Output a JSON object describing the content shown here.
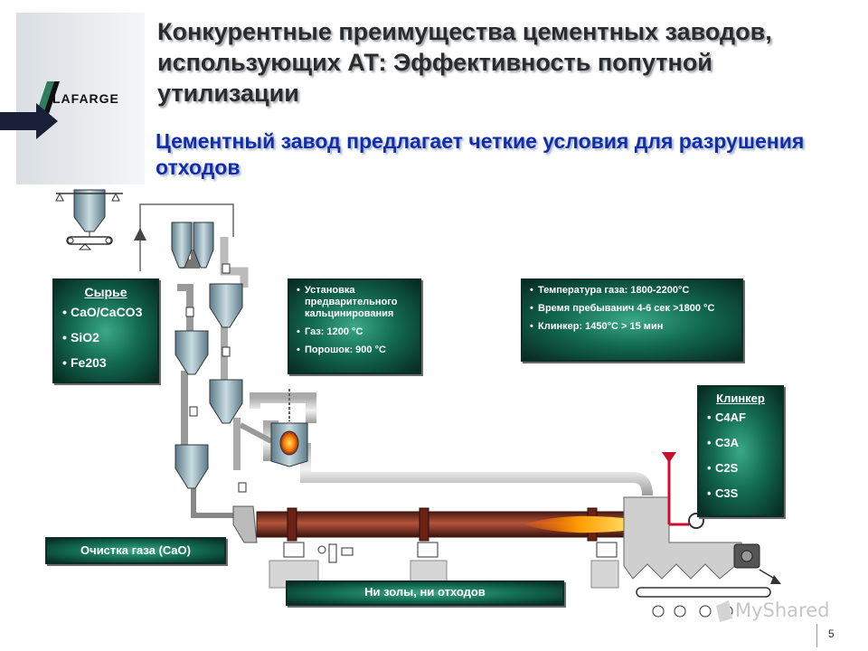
{
  "title": "Конкурентные преимущества цементных заводов, использующих АТ: Эффективность попутной утилизации",
  "subtitle": "Цементный завод предлагает четкие условия для разрушения отходов",
  "logo_text": "LAFARGE",
  "boxes": {
    "raw": {
      "header": "Сырье",
      "items": [
        "CaO/CaCO3",
        "SiO2",
        "Fe203"
      ]
    },
    "precalciner": {
      "items": [
        "Установка предварительного кальцинирования",
        "Газ: 1200 °C",
        "Порошок: 900 °C"
      ]
    },
    "gas": {
      "items": [
        "Температура газа: 1800-2200°C",
        "Время пребыванич 4-6 сек >1800 °C",
        "Клинкер: 1450°C > 15 мин"
      ]
    },
    "clinker": {
      "header": "Клинкер",
      "items": [
        "C4AF",
        "C3A",
        "C2S",
        "C3S"
      ]
    }
  },
  "bars": {
    "gas_cleaning": "Очистка газа (CaO)",
    "no_ash": "Ни золы, ни отходов"
  },
  "page_number": "5",
  "watermark": "MyShared",
  "colors": {
    "title": "#2b2b2b",
    "subtitle": "#0f2ea8",
    "box_dark": "#06291e",
    "box_light": "#3ba888",
    "equipment_steel": "#8fa9b3",
    "kiln": "#8a2a1a",
    "flame": "#ff9a00"
  }
}
